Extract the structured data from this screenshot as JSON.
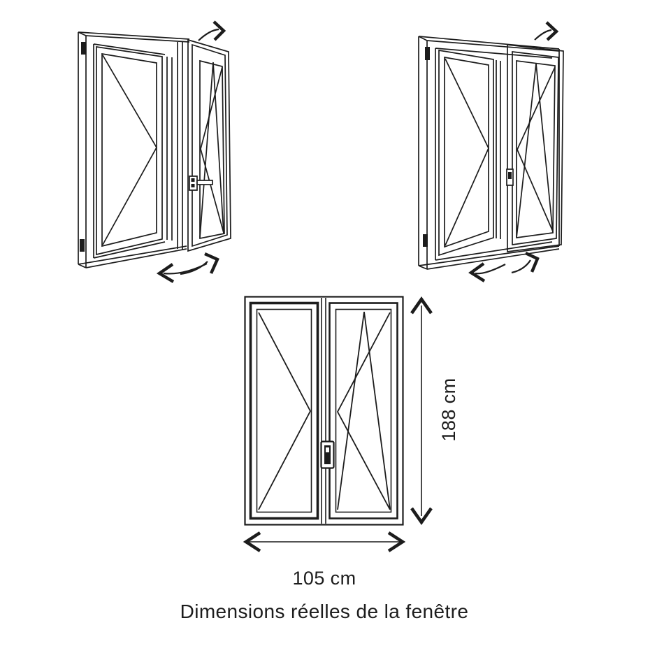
{
  "colors": {
    "ink": "#1c1c1c",
    "background": "#ffffff"
  },
  "dimensions": {
    "height_label": "188 cm",
    "width_label": "105 cm"
  },
  "caption": "Dimensions réelles de la fenêtre",
  "icons": {
    "top_left_drawing": "window-two-sash-right-sash-swung-open-perspective",
    "top_right_drawing": "window-two-sash-right-sash-ajar-perspective",
    "bottom_drawing": "window-front-elevation",
    "swing_arrows": "curved-direction-arrows",
    "vertical_dimension": "double-headed-arrow-vertical",
    "horizontal_dimension": "double-headed-arrow-horizontal"
  }
}
